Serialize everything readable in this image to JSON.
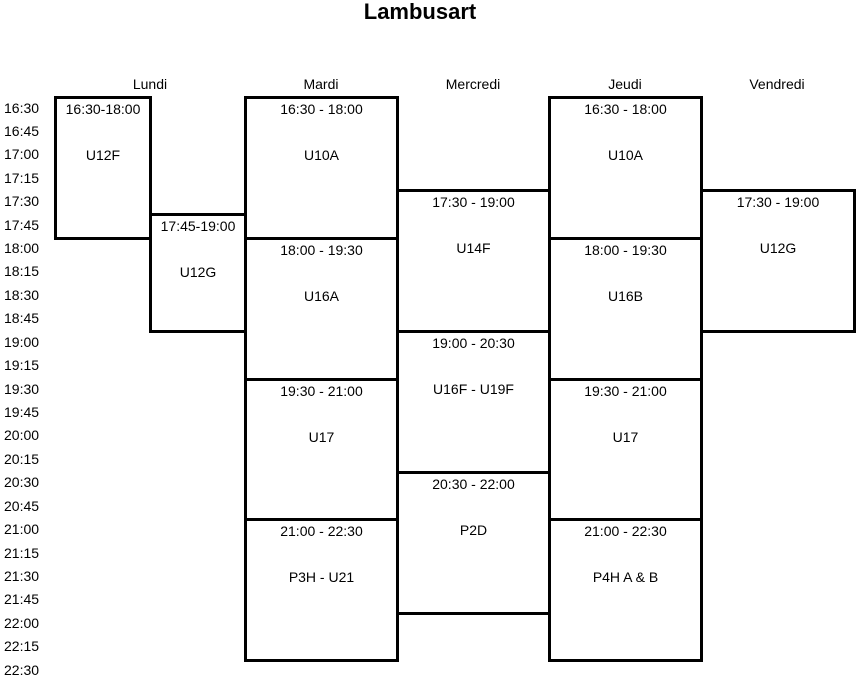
{
  "title": "Lambusart",
  "days": [
    "Lundi",
    "Mardi",
    "Mercredi",
    "Jeudi",
    "Vendredi"
  ],
  "times": [
    "16:30",
    "16:45",
    "17:00",
    "17:15",
    "17:30",
    "17:45",
    "18:00",
    "18:15",
    "18:30",
    "18:45",
    "19:00",
    "19:15",
    "19:30",
    "19:45",
    "20:00",
    "20:15",
    "20:30",
    "20:45",
    "21:00",
    "21:15",
    "21:30",
    "21:45",
    "22:00",
    "22:15",
    "22:30"
  ],
  "sessions": [
    {
      "day": "Lundi",
      "range": "16:30-18:00",
      "team": "U12F"
    },
    {
      "day": "Lundi",
      "range": "17:45-19:00",
      "team": "U12G"
    },
    {
      "day": "Mardi",
      "range": "16:30 - 18:00",
      "team": "U10A"
    },
    {
      "day": "Mardi",
      "range": "18:00 - 19:30",
      "team": "U16A"
    },
    {
      "day": "Mardi",
      "range": "19:30 - 21:00",
      "team": "U17"
    },
    {
      "day": "Mardi",
      "range": "21:00 - 22:30",
      "team": "P3H - U21"
    },
    {
      "day": "Mercredi",
      "range": "17:30 - 19:00",
      "team": "U14F"
    },
    {
      "day": "Mercredi",
      "range": "19:00 - 20:30",
      "team": "U16F - U19F"
    },
    {
      "day": "Mercredi",
      "range": "20:30 - 22:00",
      "team": "P2D"
    },
    {
      "day": "Jeudi",
      "range": "16:30 - 18:00",
      "team": "U10A"
    },
    {
      "day": "Jeudi",
      "range": "18:00 - 19:30",
      "team": "U16B"
    },
    {
      "day": "Jeudi",
      "range": "19:30 - 21:00",
      "team": "U17"
    },
    {
      "day": "Jeudi",
      "range": "21:00 - 22:30",
      "team": "P4H A & B"
    },
    {
      "day": "Vendredi",
      "range": "17:30 - 19:00",
      "team": "U12G"
    }
  ]
}
